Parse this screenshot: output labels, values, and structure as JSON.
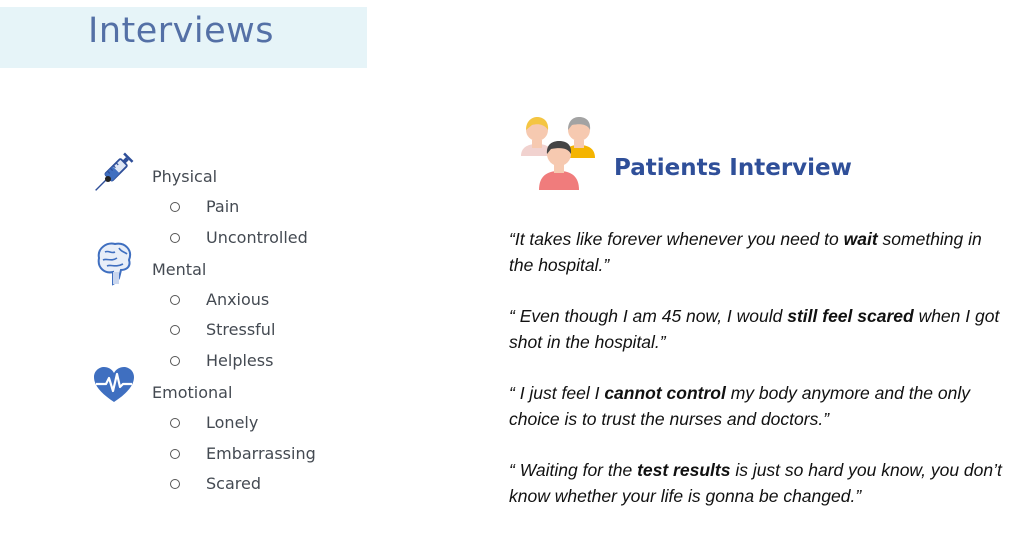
{
  "header": {
    "title": "Interviews"
  },
  "categories": [
    {
      "label": "Physical",
      "icon": "syringe-icon",
      "items": [
        "Pain",
        "Uncontrolled"
      ]
    },
    {
      "label": "Mental",
      "icon": "brain-icon",
      "items": [
        "Anxious",
        "Stressful",
        "Helpless"
      ]
    },
    {
      "label": "Emotional",
      "icon": "heartbeat-icon",
      "items": [
        "Lonely",
        "Embarrassing",
        "Scared"
      ]
    }
  ],
  "patients": {
    "title": "Patients Interview",
    "icon": "patients-group-icon",
    "quotes": [
      {
        "before": "“It takes like forever whenever you need to ",
        "bold": "wait",
        "after": " something in the hospital.”"
      },
      {
        "before": "“ Even though I am 45 now, I would ",
        "bold": "still feel scared",
        "after": " when I got shot in the hospital.”"
      },
      {
        "before": "“ I just feel I ",
        "bold": "cannot control",
        "after": " my body anymore and the only choice is to trust the nurses and doctors.”"
      },
      {
        "before": "“ Waiting for the ",
        "bold": "test results",
        "after": " is just so hard you know, you don’t know whether your life is gonna be changed.”"
      }
    ]
  },
  "colors": {
    "accent": "#2f4f99",
    "title": "#5470a6",
    "band": "#e6f4f8",
    "icon_blue": "#3f6fc0"
  }
}
